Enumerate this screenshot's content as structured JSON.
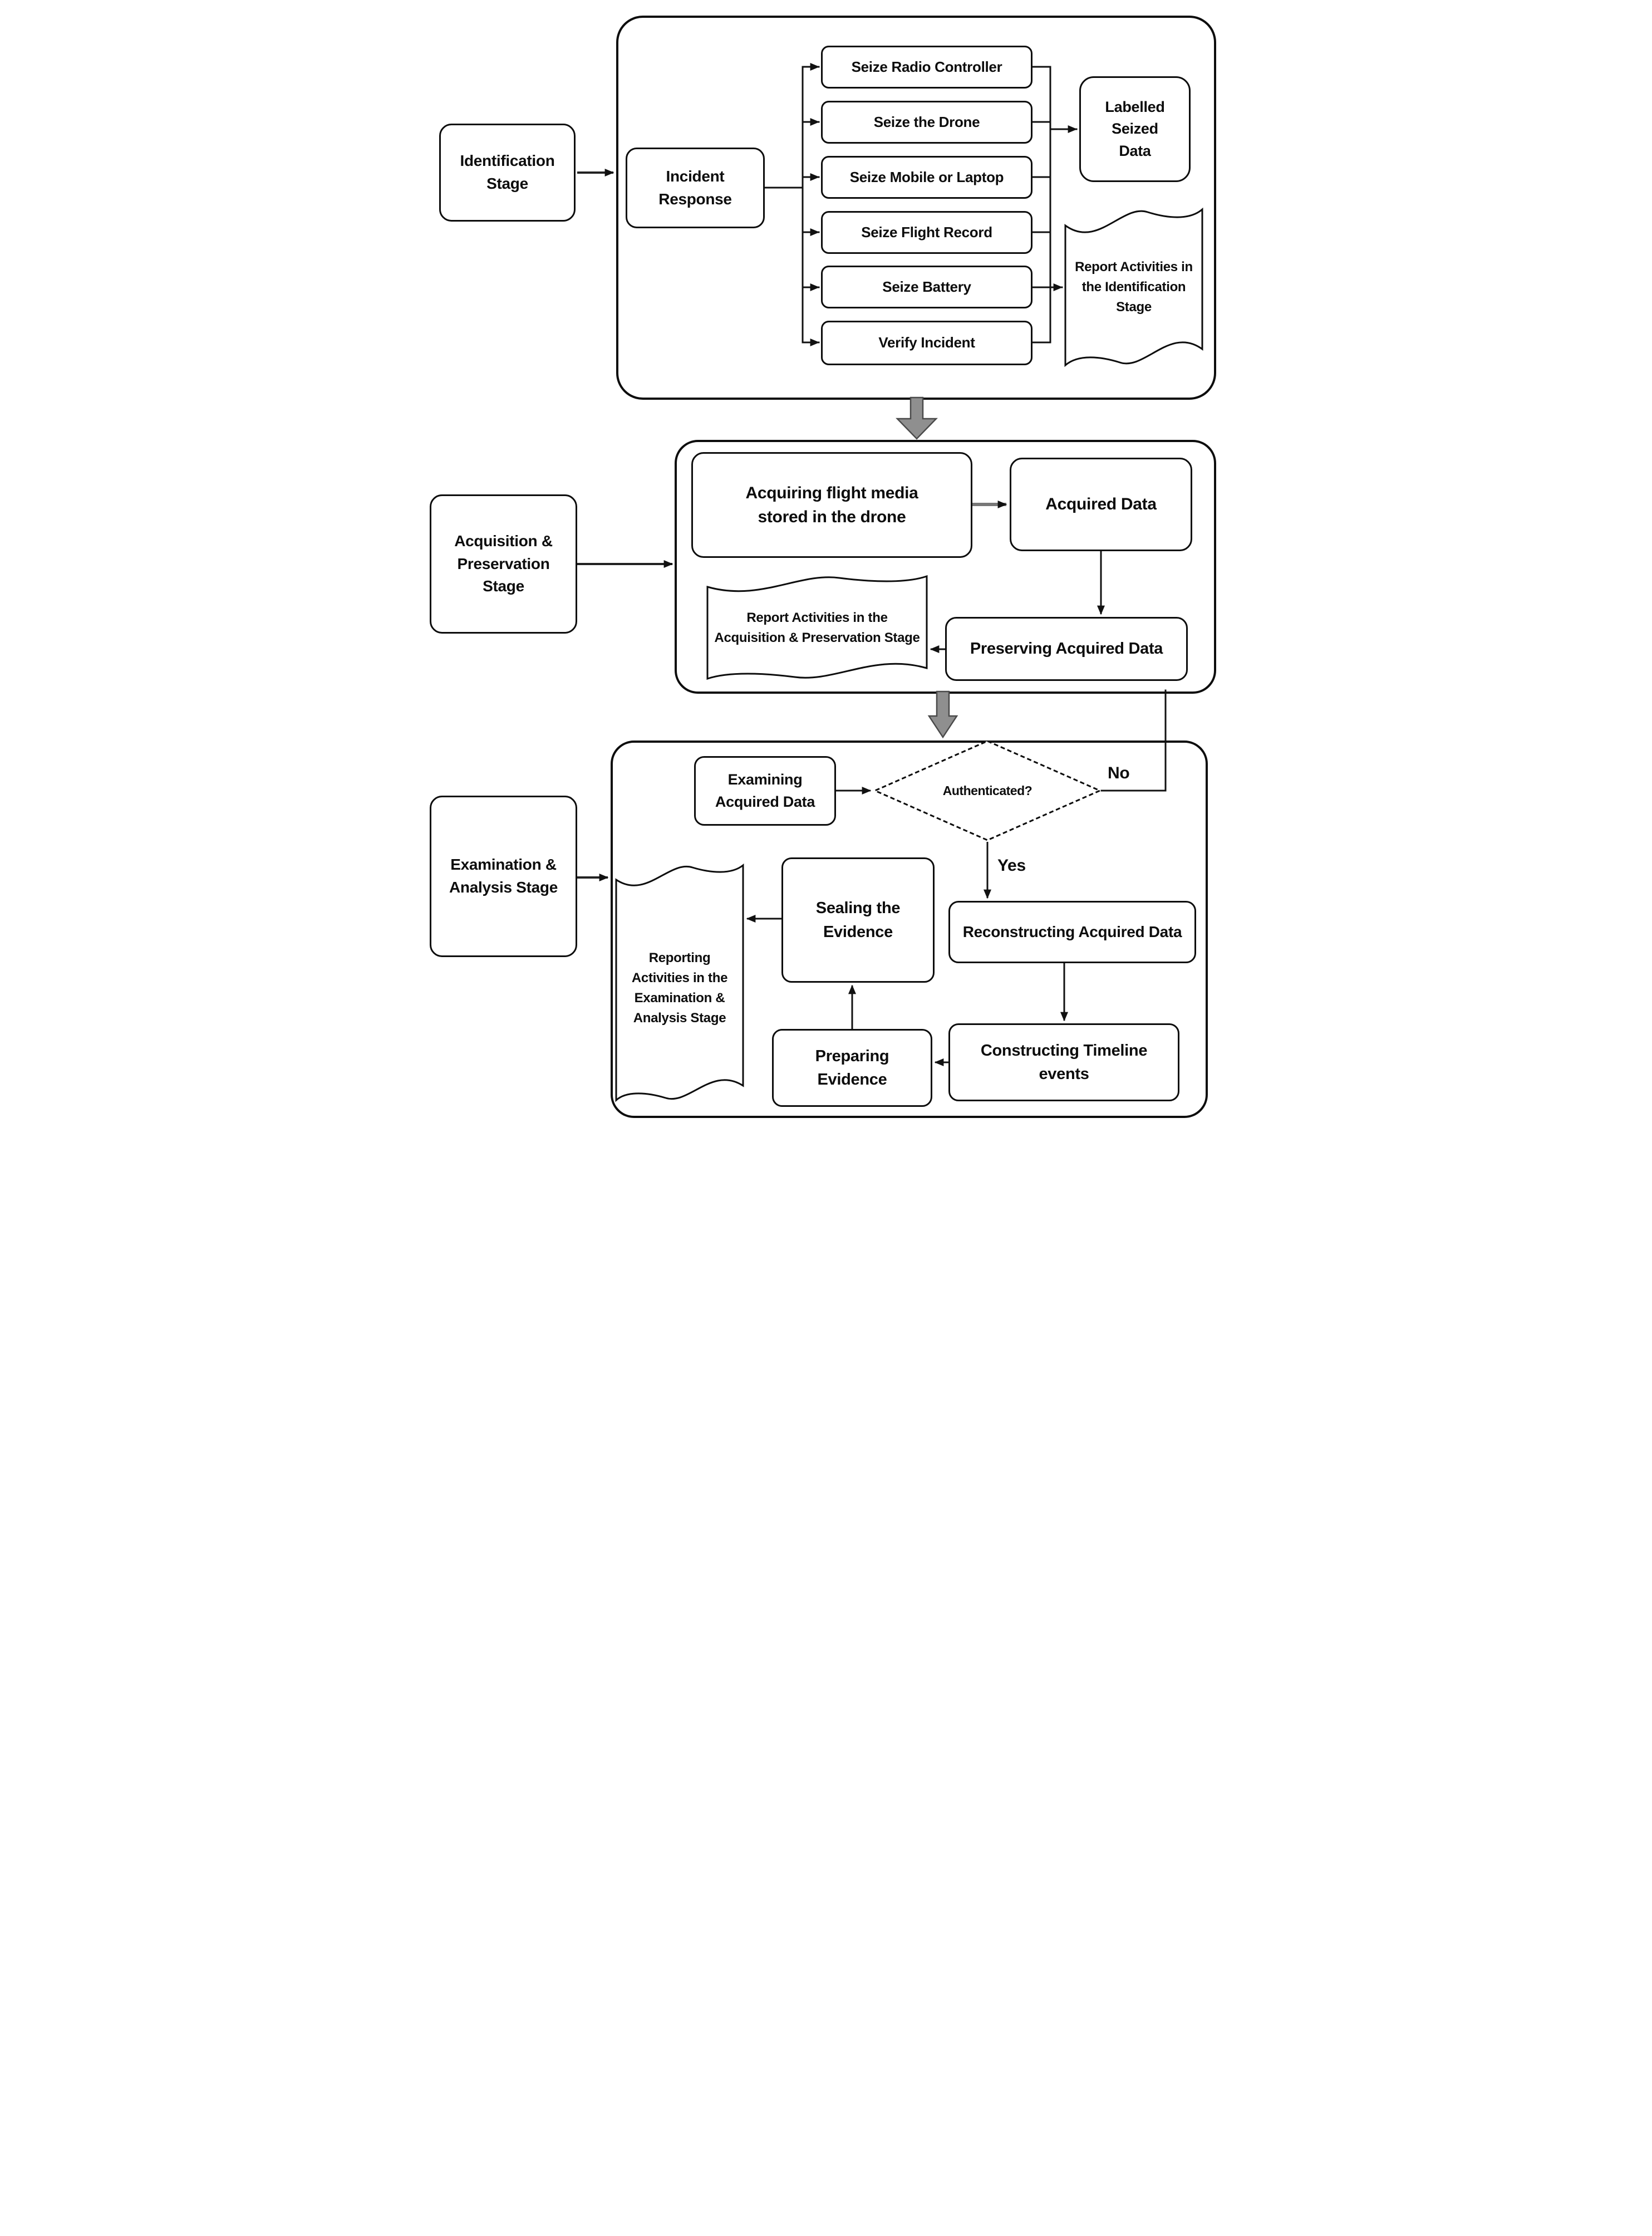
{
  "title": "Drone Forensics Investigation Process Flowchart",
  "colors": {
    "line": "#111111",
    "box_border": "#0d0d0d",
    "background": "#ffffff",
    "block_arrow_fill": "#8f8f8f",
    "block_arrow_stroke": "#4a4a4a"
  },
  "stages": {
    "stage1": "Identification",
    "stage2": "Acquisition & Preservation",
    "stage3": "Examination & Analysis"
  },
  "nodes": {
    "identification_stage": {
      "label": "Identification\nStage"
    },
    "incident_response": {
      "label": "Incident\nResponse"
    },
    "seize_radio_controller": {
      "label": "Seize Radio Controller"
    },
    "seize_the_drone": {
      "label": "Seize the Drone"
    },
    "seize_mobile_or_laptop": {
      "label": "Seize Mobile or Laptop"
    },
    "seize_flight_record": {
      "label": "Seize Flight Record"
    },
    "seize_battery": {
      "label": "Seize Battery"
    },
    "verify_incident": {
      "label": "Verify Incident"
    },
    "labelled_seized_data": {
      "label": "Labelled\nSeized\nData"
    },
    "report_identification": {
      "label": "Report Activities in\nthe Identification\nStage"
    },
    "acquisition_stage": {
      "label": "Acquisition &\nPreservation\nStage"
    },
    "acquiring_flight_media": {
      "label": "Acquiring flight media\nstored in the drone"
    },
    "acquired_data": {
      "label": "Acquired Data"
    },
    "preserving_acquired_data": {
      "label": "Preserving Acquired Data"
    },
    "report_acquisition": {
      "label": "Report Activities in the\nAcquisition & Preservation Stage"
    },
    "examination_stage": {
      "label": "Examination &\nAnalysis Stage"
    },
    "examining_acquired_data": {
      "label": "Examining\nAcquired Data"
    },
    "authenticated_decision": {
      "label": "Authenticated?"
    },
    "decision_no": {
      "label": "No"
    },
    "decision_yes": {
      "label": "Yes"
    },
    "reconstructing_acquired_data": {
      "label": "Reconstructing Acquired Data"
    },
    "constructing_timeline": {
      "label": "Constructing Timeline\nevents"
    },
    "preparing_evidence": {
      "label": "Preparing\nEvidence"
    },
    "sealing_evidence": {
      "label": "Sealing the\nEvidence"
    },
    "report_examination": {
      "label": "Reporting\nActivities in the\nExamination &\nAnalysis Stage"
    }
  }
}
